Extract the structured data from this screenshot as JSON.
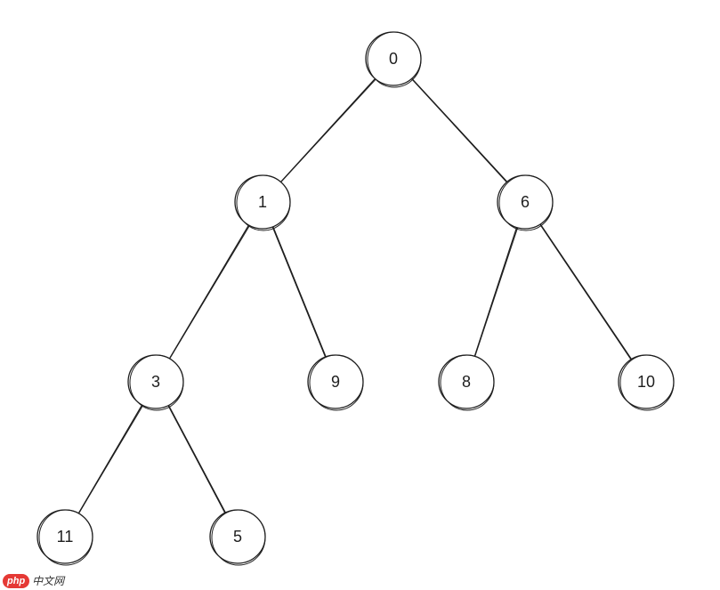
{
  "diagram": {
    "type": "binary-tree",
    "nodes": [
      {
        "id": "n0",
        "label": "0"
      },
      {
        "id": "n1",
        "label": "1"
      },
      {
        "id": "n6",
        "label": "6"
      },
      {
        "id": "n3",
        "label": "3"
      },
      {
        "id": "n9",
        "label": "9"
      },
      {
        "id": "n8",
        "label": "8"
      },
      {
        "id": "n10",
        "label": "10"
      },
      {
        "id": "n11",
        "label": "11"
      },
      {
        "id": "n5",
        "label": "5"
      }
    ],
    "edges": [
      {
        "from": "n0",
        "to": "n1"
      },
      {
        "from": "n0",
        "to": "n6"
      },
      {
        "from": "n1",
        "to": "n3"
      },
      {
        "from": "n1",
        "to": "n9"
      },
      {
        "from": "n6",
        "to": "n8"
      },
      {
        "from": "n6",
        "to": "n10"
      },
      {
        "from": "n3",
        "to": "n11"
      },
      {
        "from": "n3",
        "to": "n5"
      }
    ],
    "stroke_color": "#1e1e1e",
    "fill_color": "#ffffff"
  },
  "watermark": {
    "logo_text": "php",
    "site_text": "中文网",
    "logo_color": "#e53935"
  }
}
